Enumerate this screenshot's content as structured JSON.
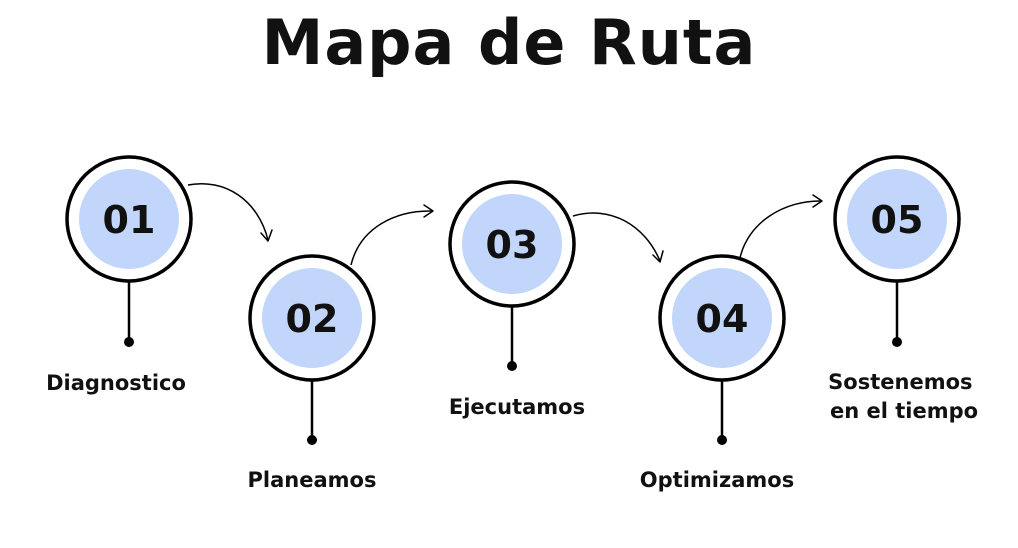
{
  "title": "Mapa de Ruta",
  "colors": {
    "circle_fill": "#c1d6fa",
    "outline": "#000000",
    "text": "#111111"
  },
  "steps": [
    {
      "number": "01",
      "label": [
        "Diagnostico"
      ]
    },
    {
      "number": "02",
      "label": [
        "Planeamos"
      ]
    },
    {
      "number": "03",
      "label": [
        "Ejecutamos"
      ]
    },
    {
      "number": "04",
      "label": [
        "Optimizamos"
      ]
    },
    {
      "number": "05",
      "label": [
        "Sostenemos",
        "en el tiempo"
      ]
    }
  ]
}
